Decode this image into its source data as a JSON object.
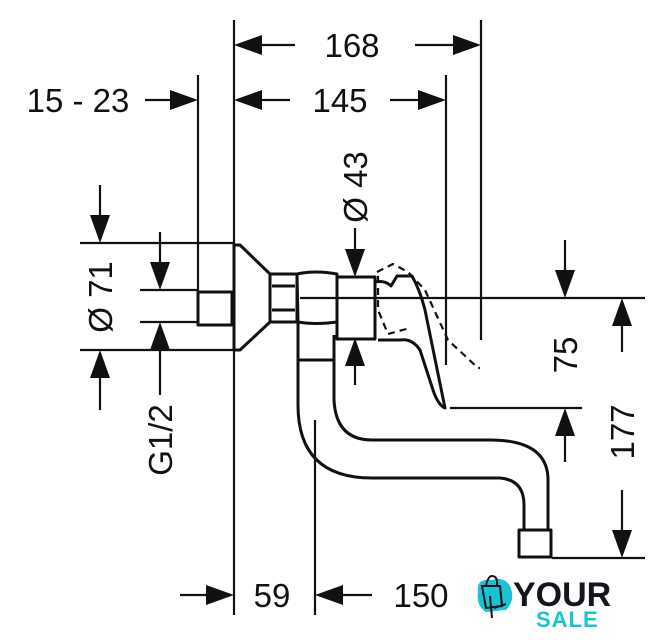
{
  "dimensions": {
    "overall_width": "168",
    "body_width": "145",
    "wall_thickness": "15 - 23",
    "valve_diameter": "Ø 43",
    "rosette_diameter": "Ø 71",
    "thread": "G1/2",
    "handle_height": "75",
    "spout_height": "177",
    "wall_to_spout": "59",
    "spout_reach": "150"
  },
  "logo": {
    "word1": "YOUR",
    "word2": "SALE",
    "accent_color": "#19c3d3"
  }
}
